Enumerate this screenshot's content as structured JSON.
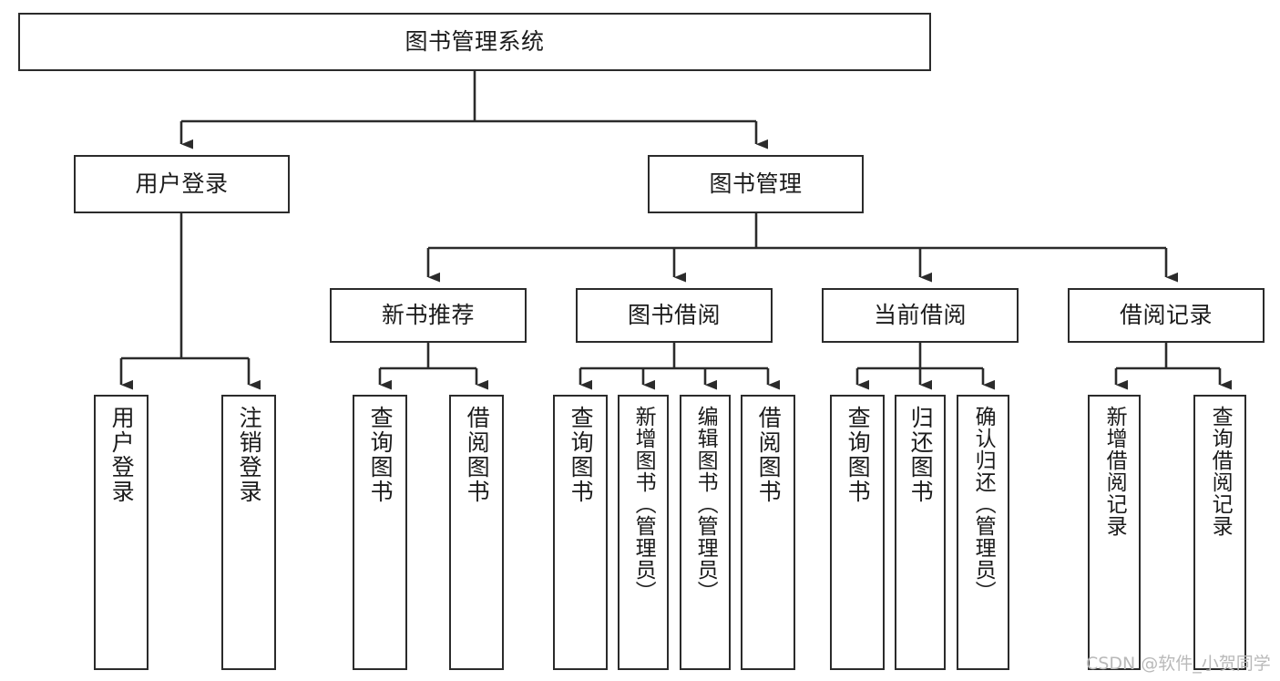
{
  "diagram": {
    "type": "tree",
    "title": "图书管理系统",
    "root": {
      "label": "图书管理系统"
    },
    "level2": [
      {
        "label": "用户登录"
      },
      {
        "label": "图书管理"
      }
    ],
    "level3": [
      {
        "label": "新书推荐"
      },
      {
        "label": "图书借阅"
      },
      {
        "label": "当前借阅"
      },
      {
        "label": "借阅记录"
      }
    ],
    "leaves": {
      "user_login": [
        {
          "label": "用户登录"
        },
        {
          "label": "注销登录"
        }
      ],
      "new_book": [
        {
          "label": "查询图书"
        },
        {
          "label": "借阅图书"
        }
      ],
      "book_borrow": [
        {
          "label": "查询图书"
        },
        {
          "label": "新增图书（管理员）"
        },
        {
          "label": "编辑图书（管理员）"
        },
        {
          "label": "借阅图书"
        }
      ],
      "current_borrow": [
        {
          "label": "查询图书"
        },
        {
          "label": "归还图书"
        },
        {
          "label": "确认归还（管理员）"
        }
      ],
      "borrow_record": [
        {
          "label": "新增借阅记录"
        },
        {
          "label": "查询借阅记录"
        }
      ]
    }
  },
  "watermark": {
    "text": "CSDN @软件_小贺同学"
  },
  "colors": {
    "stroke": "#2b2b2b",
    "background": "#ffffff",
    "text": "#1b1b1b",
    "watermark": "#b9b9b9"
  }
}
